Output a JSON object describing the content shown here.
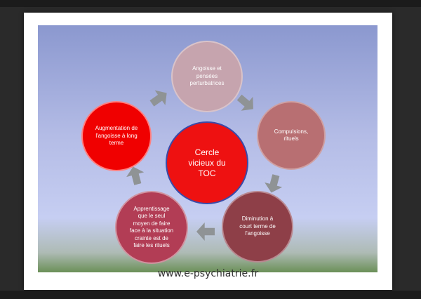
{
  "diagram": {
    "nodes": {
      "top": "Angoisse et\npensées\nperturbatrices",
      "right": "Compulsions,\nrituels",
      "bottom_right": "Diminution  à\ncourt terme de\nl'angoisse",
      "bottom_left": "Apprentissage\nque le seul\nmoyen de faire\nface à la situation\ncrainte est de\nfaire les rituels",
      "left": "Augmentation de\nl'angoisse à long\nterme",
      "center": "Cercle\nvicieux du\nTOC"
    },
    "colors": {
      "top": "#c6a4ae",
      "right": "#b86f72",
      "bottom_right": "#8e3f48",
      "bottom_left": "#b23d55",
      "left": "#f00000",
      "center": "#ee1111",
      "arrow": "#8f9395"
    }
  },
  "caption": "www.e-psychiatrie.fr"
}
